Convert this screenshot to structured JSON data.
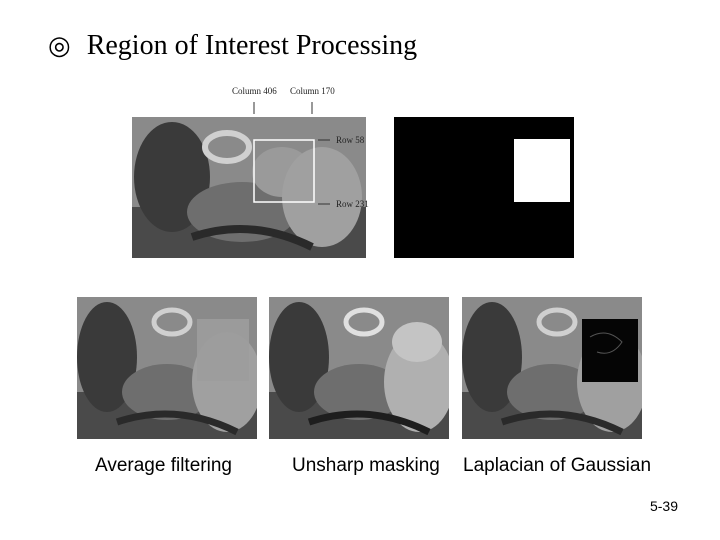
{
  "slide": {
    "bullet": "◎",
    "title": "Region of Interest Processing",
    "page_number": "5-39"
  },
  "top_image": {
    "column_labels": [
      "Column 406",
      "Column 170"
    ],
    "row_labels": [
      "Row 58",
      "Row 231"
    ]
  },
  "captions": [
    "Average filtering",
    "Unsharp masking",
    "Laplacian of Gaussian"
  ],
  "colors": {
    "background": "#ffffff",
    "mask_black": "#000000",
    "mask_white": "#ffffff"
  }
}
